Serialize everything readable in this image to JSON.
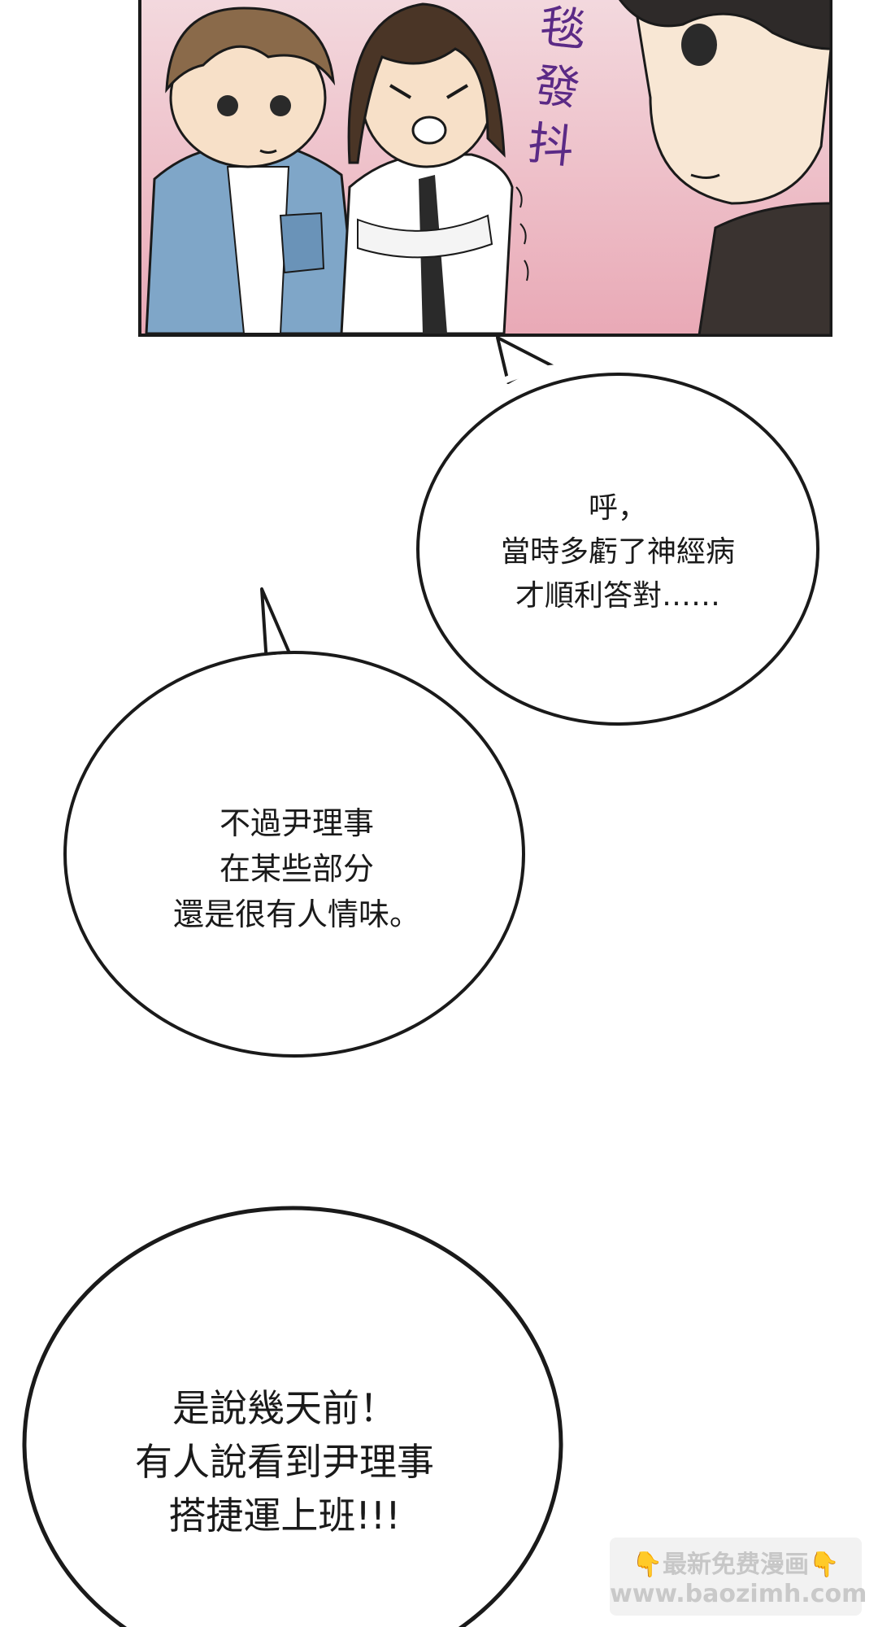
{
  "panel": {
    "sfx_lines": [
      "毯",
      "發",
      "抖"
    ]
  },
  "bubbles": [
    {
      "lines": [
        "呼，",
        "當時多虧了神經病",
        "才順利答對……"
      ]
    },
    {
      "lines": [
        "不過尹理事",
        "在某些部分",
        "還是很有人情味。"
      ]
    },
    {
      "lines": [
        "是說幾天前！",
        "有人說看到尹理事",
        "搭捷運上班!!!"
      ]
    }
  ],
  "watermark": {
    "line1": "👇最新免费漫画👇",
    "line2": "www.baozimh.com"
  },
  "colors": {
    "panel_bg_top": "#f3d9de",
    "panel_bg_bottom": "#e9a9b6",
    "sfx": "#5b2a86",
    "ink": "#1a1a1a"
  }
}
